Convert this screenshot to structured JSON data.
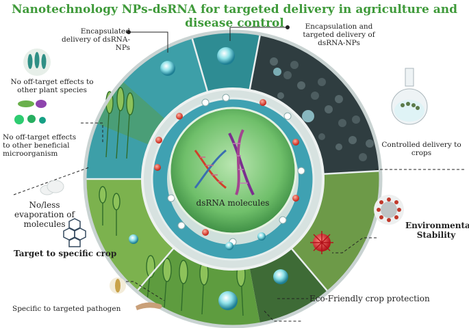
{
  "title": "Nanotechnology NPs-dsRNA for targeted delivery in agriculture and disease control",
  "center_label": "dsRNA molecules",
  "labels": {
    "encapsulated_delivery": "Encapsulated delivery of dsRNA-NPs",
    "encapsulation_targeted": "Encapsulation and targeted delivery of dsRNA-NPs",
    "no_offtarget_plant": "No off-target effects to other plant species",
    "no_offtarget_micro": "No off-target effects to other beneficial microorganism",
    "controlled_delivery": "Controlled delivery to crops",
    "no_evaporation": "No/less evaporation of molecules",
    "environmental_stability": "Environmental Stability",
    "target_crop": "Target to specific crop",
    "eco_friendly": "Eco-Friendly crop protection",
    "specific_pathogen": "Specific to targeted pathogen"
  },
  "colors": {
    "title": "#3f9a3a",
    "ring_outer": "#cfd8d6",
    "center": "#7cc47a",
    "dna_red": "#d0402a",
    "dna_purple": "#7b2f8f"
  },
  "icons": [
    "wheat-spikes-icon",
    "microorganism-icon",
    "cloud-icon",
    "hexagon-lattice-icon",
    "wheat-grain-icon",
    "larva-icon",
    "flask-icon",
    "virus-icon"
  ]
}
